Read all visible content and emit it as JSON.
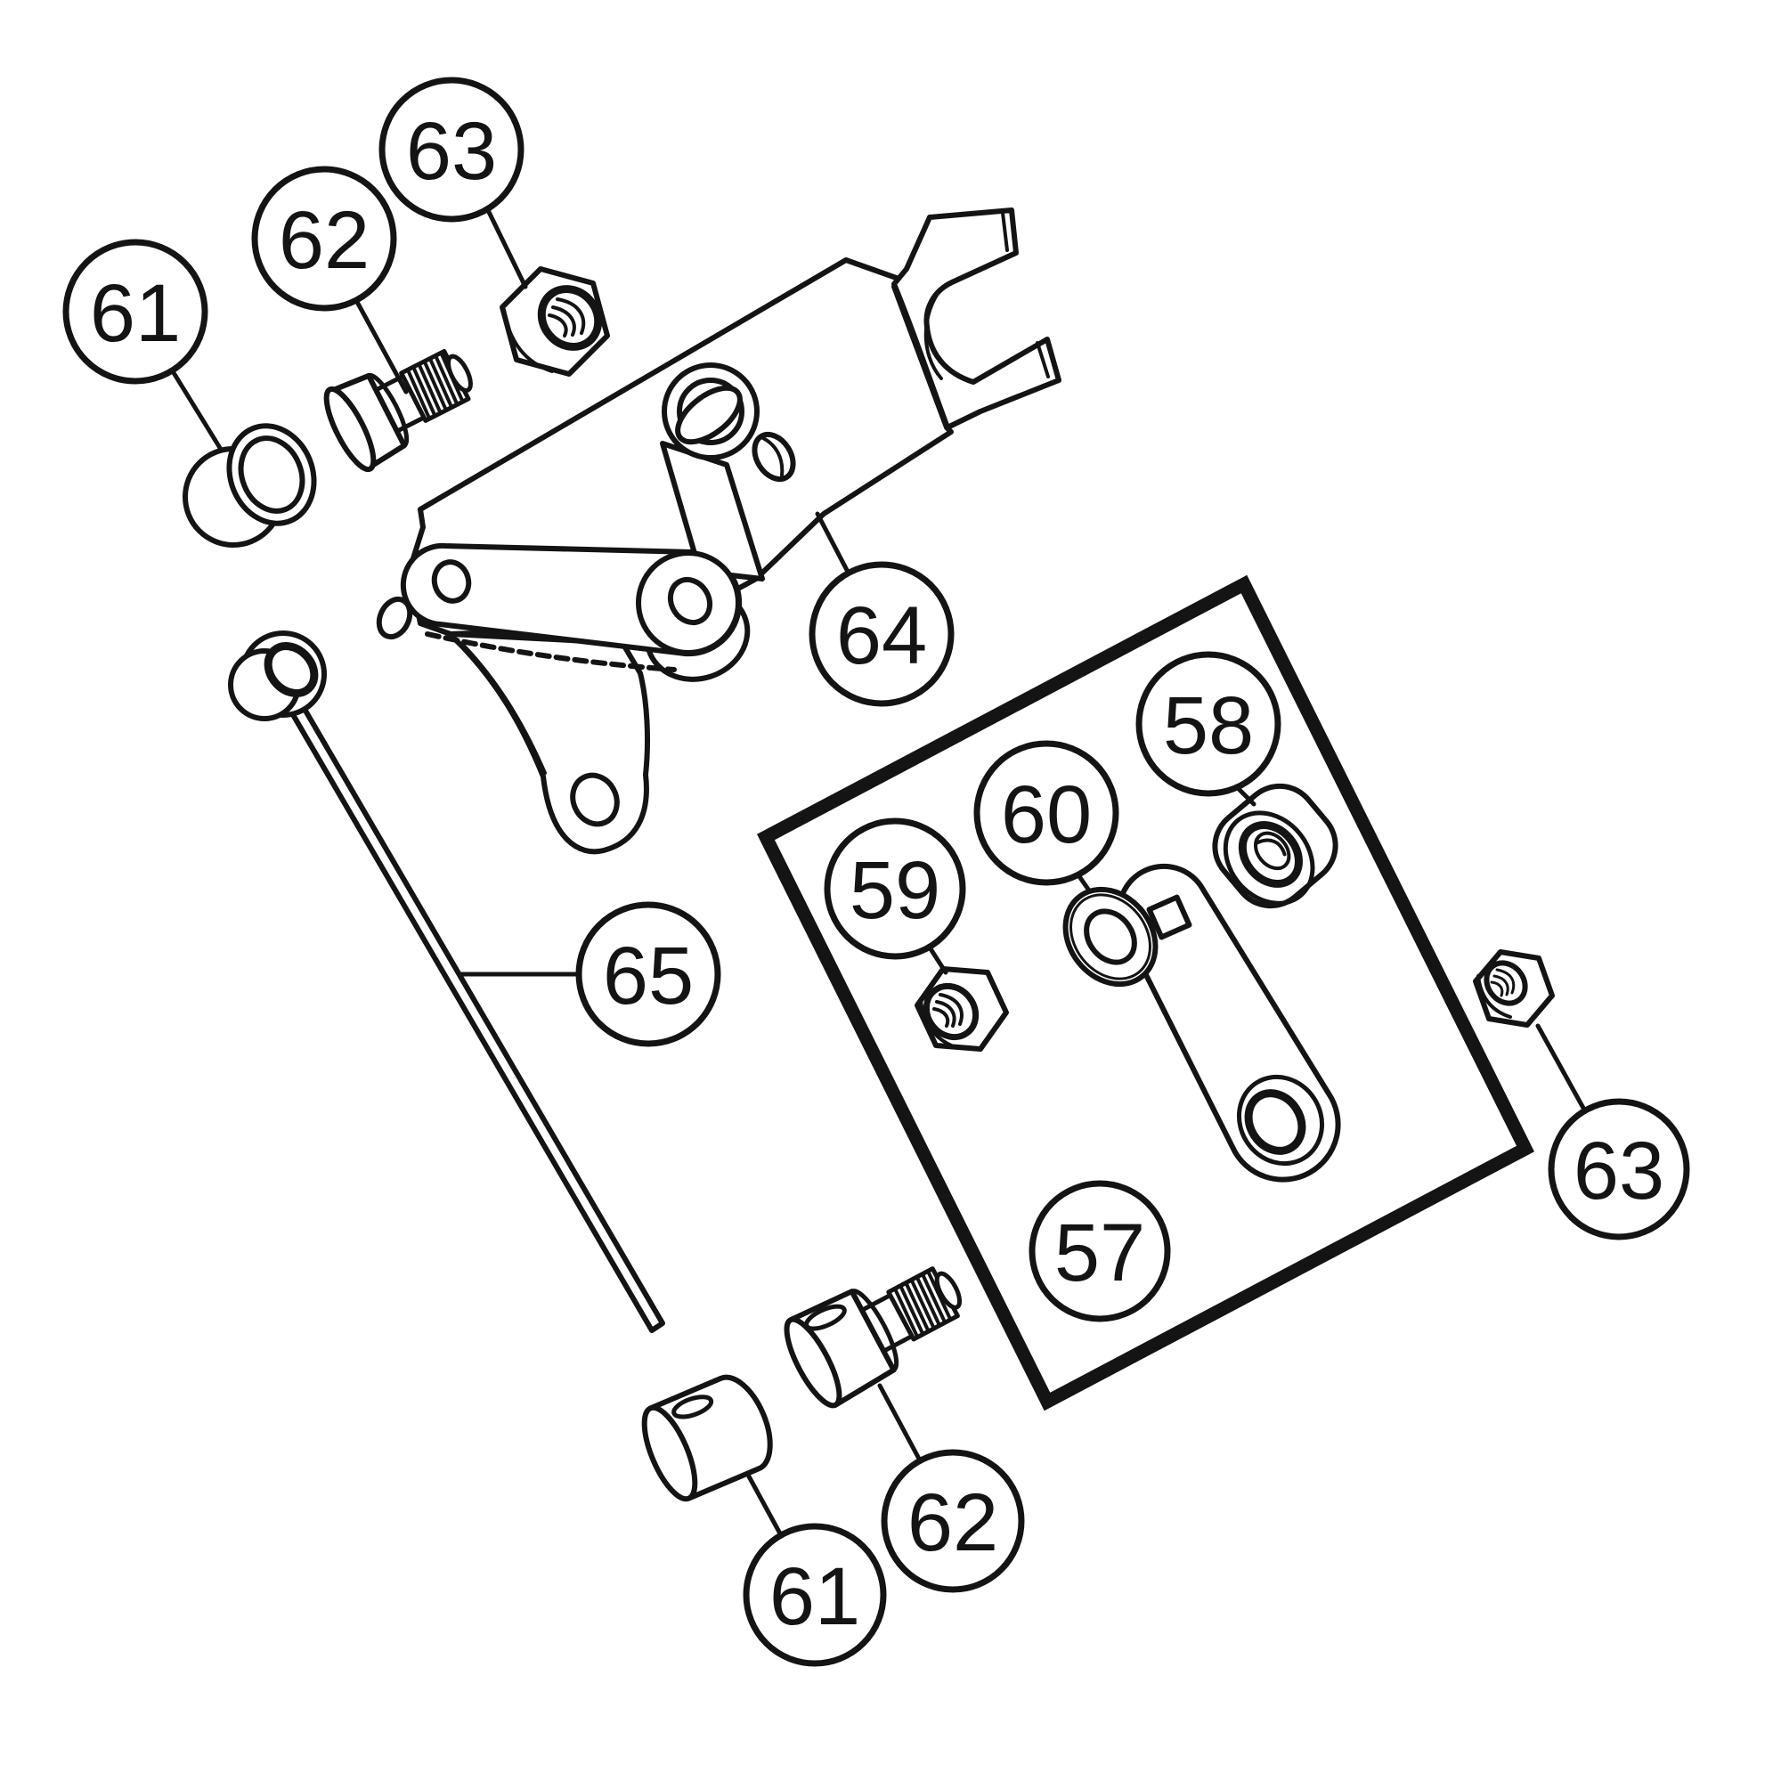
{
  "diagram": {
    "type": "exploded-parts-diagram",
    "background_color": "#ffffff",
    "line_color": "#141414",
    "callouts": [
      {
        "label": "63",
        "position": "top"
      },
      {
        "label": "62",
        "position": "top"
      },
      {
        "label": "61",
        "position": "top-left"
      },
      {
        "label": "64",
        "position": "middle"
      },
      {
        "label": "58",
        "position": "inset-box"
      },
      {
        "label": "60",
        "position": "inset-box"
      },
      {
        "label": "59",
        "position": "inset-box"
      },
      {
        "label": "65",
        "position": "middle-left"
      },
      {
        "label": "63",
        "position": "right"
      },
      {
        "label": "57",
        "position": "inset-box"
      },
      {
        "label": "62",
        "position": "bottom"
      },
      {
        "label": "61",
        "position": "bottom"
      }
    ]
  }
}
